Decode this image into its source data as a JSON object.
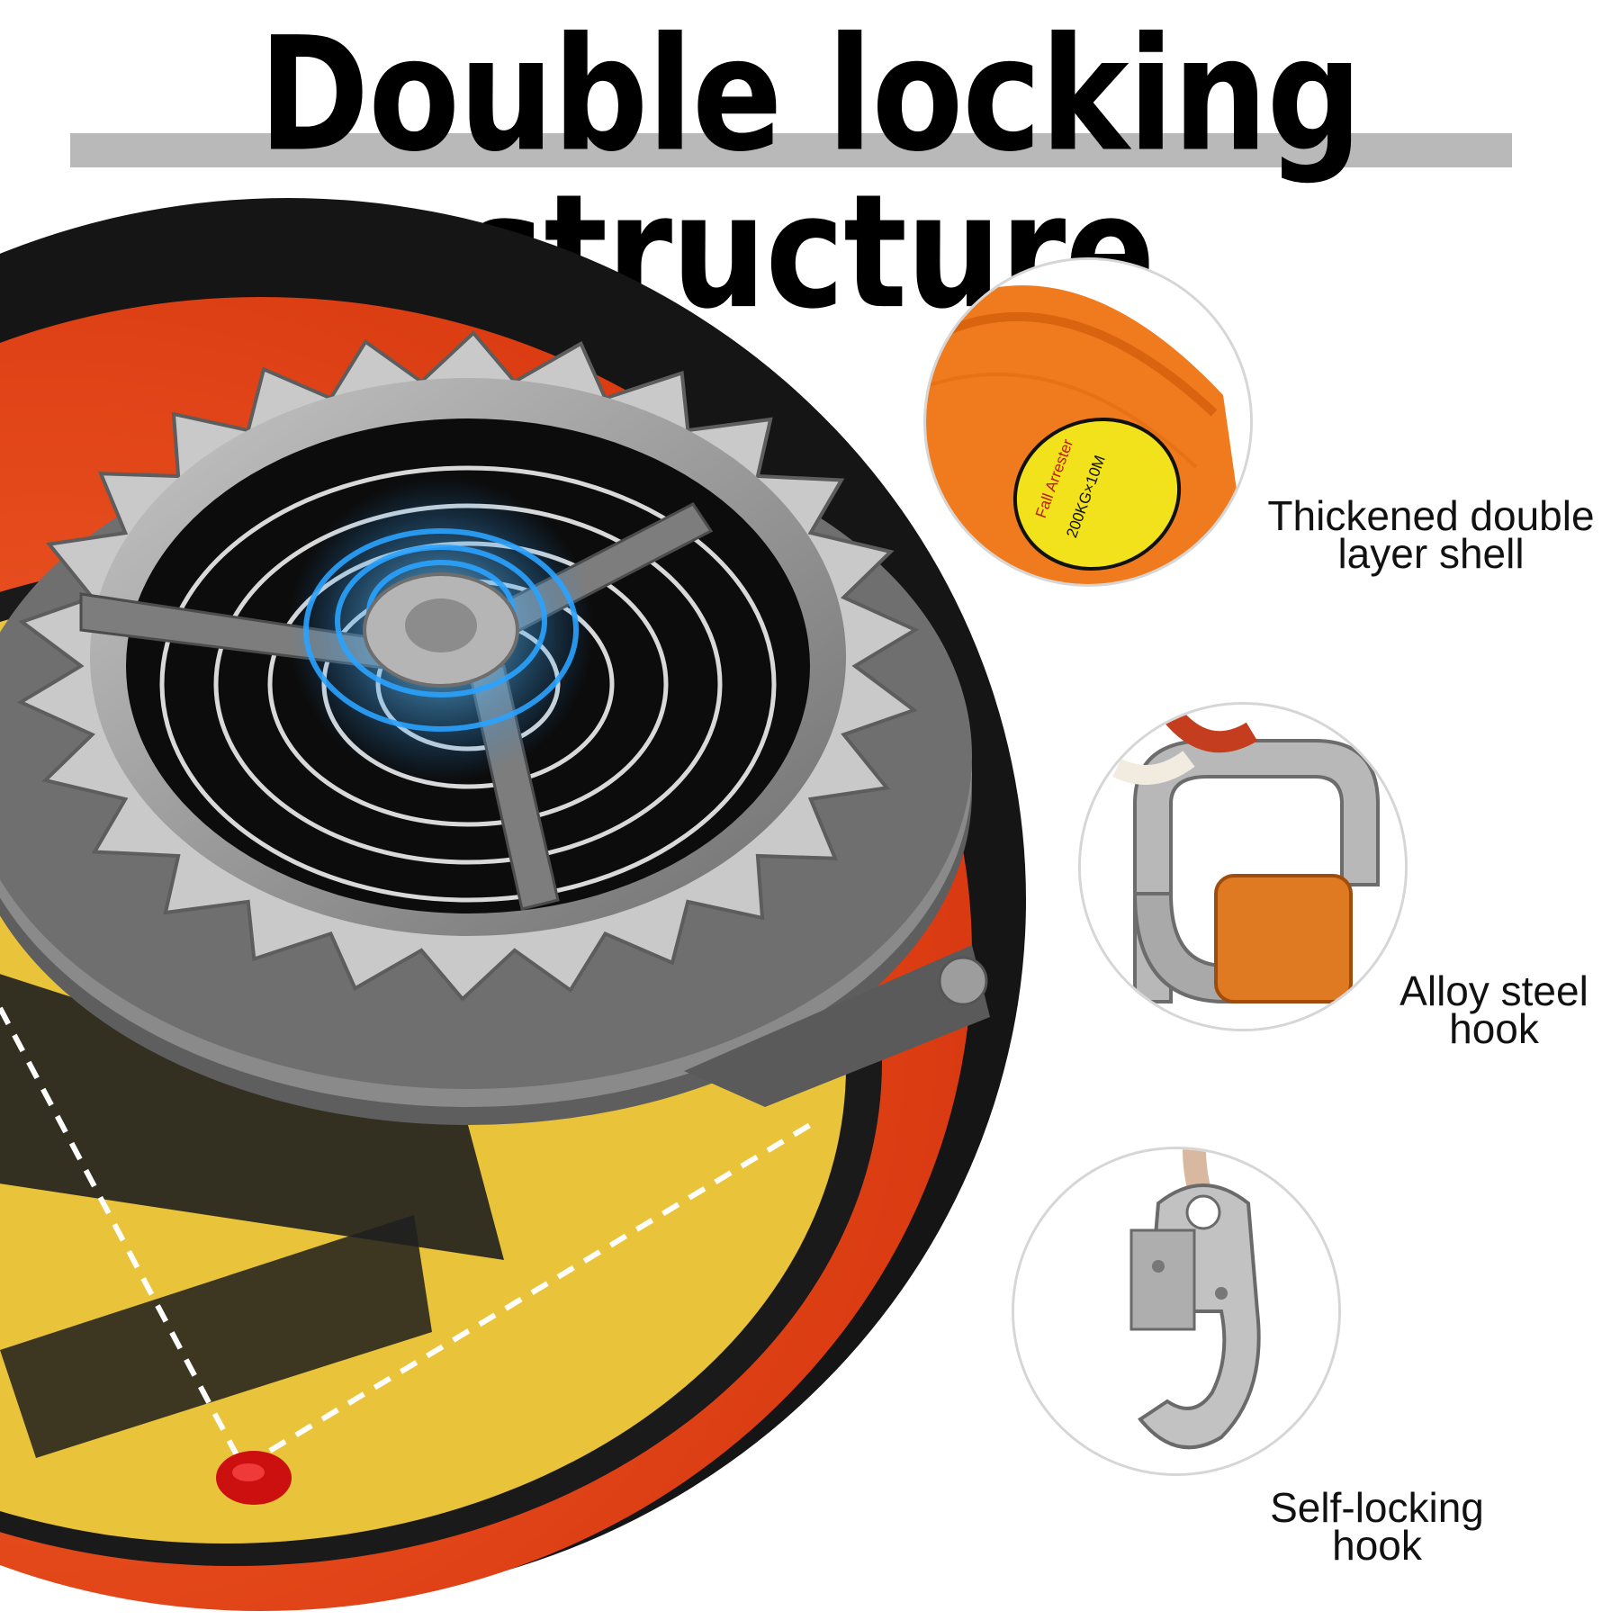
{
  "header": {
    "title": "Double locking structure"
  },
  "hero": {
    "icon": "ratchet-spring-reel-icon",
    "colors": {
      "shell": "#e8431c",
      "label": "#f0c830",
      "metal": "#8e8e8e",
      "marker": "#cc1010"
    }
  },
  "features": [
    {
      "caption_line1": "Thickened double",
      "caption_line2": "layer shell",
      "icon": "orange-shell-icon",
      "label": {
        "heading": "Fall Arrester",
        "rating": "200KG×10M"
      }
    },
    {
      "caption_line1": "Alloy steel",
      "caption_line2": "hook",
      "icon": "alloy-steel-hook-icon"
    },
    {
      "caption_line1": "Self-locking",
      "caption_line2": "hook",
      "icon": "self-locking-hook-icon"
    }
  ]
}
